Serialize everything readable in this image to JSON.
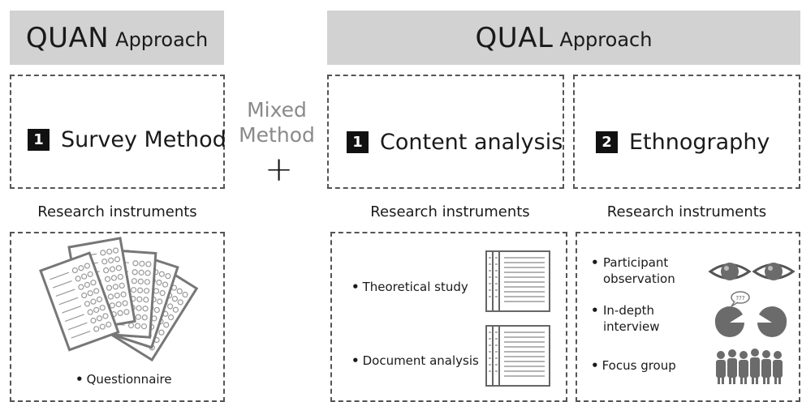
{
  "quan": {
    "header_main": "QUAN",
    "header_sub": "Approach",
    "method_number": "1",
    "method_name": "Survey Method",
    "instruments_label": "Research instruments",
    "items": [
      "Questionnaire"
    ]
  },
  "mixed": {
    "line1": "Mixed",
    "line2": "Method",
    "symbol": "+"
  },
  "qual": {
    "header_main": "QUAL",
    "header_sub": "Approach",
    "content": {
      "method_number": "1",
      "method_name": "Content analysis",
      "instruments_label": "Research instruments",
      "items": [
        "Theoretical study",
        "Document analysis"
      ]
    },
    "ethno": {
      "method_number": "2",
      "method_name": "Ethnography",
      "instruments_label": "Research instruments",
      "items": [
        "Participant observation",
        "In-depth interview",
        "Focus group"
      ],
      "speech_bubble": "???"
    }
  },
  "colors": {
    "header_bg": "#d2d2d2",
    "border": "#555555",
    "icon_gray": "#6b6b6b",
    "mixed_text": "#8a8a8a"
  }
}
